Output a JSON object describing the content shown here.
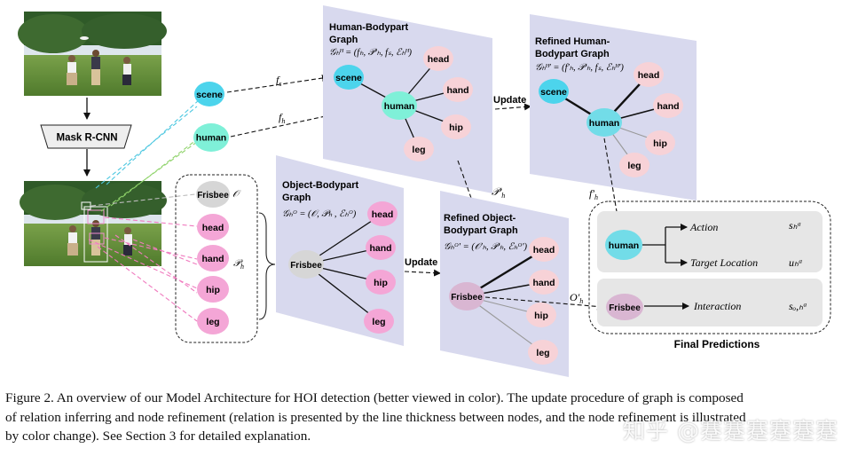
{
  "mask_rcnn": "Mask R-CNN",
  "nodes": {
    "scene": "scene",
    "human": "human",
    "head": "head",
    "hand": "hand",
    "hip": "hip",
    "leg": "leg",
    "frisbee": "Frisbee"
  },
  "edges": {
    "f_s": "f",
    "f_s_sub": "s",
    "f_h": "f",
    "f_h_sub": "h",
    "p_h_prime": "𝒫′",
    "p_h_prime_sub": "h",
    "f_h_prime": "f′",
    "f_h_prime_sub": "h",
    "o_h_prime": "O′",
    "o_h_prime_sub": "h"
  },
  "detection": {
    "O_symbol": "𝒪",
    "P_symbol": "𝒫",
    "P_sub": "h"
  },
  "panels": {
    "human_graph": {
      "title_l1": "Human-Bodypart",
      "title_l2": "Graph",
      "formula": "𝒢ₕᴴ = (fₕ, 𝒫′ₕ, fₛ, ℰₕᴴ)"
    },
    "refined_human_graph": {
      "title_l1": "Refined Human-",
      "title_l2": "Bodypart Graph",
      "formula": "𝒢ₕᴴ′ = (f′ₕ, 𝒫′ₕ, fₛ, ℰₕᴴ′)"
    },
    "object_graph": {
      "title_l1": "Object-Bodypart",
      "title_l2": "Graph",
      "formula": "𝒢ₕᴼ = (𝒪, 𝒫ₕ , ℰₕᴼ)"
    },
    "refined_object_graph": {
      "title_l1": "Refined Object-",
      "title_l2": "Bodypart Graph",
      "formula": "𝒢ₕᴼ′ = (𝒪′ₕ, 𝒫′ₕ, ℰₕᴼ′)"
    }
  },
  "update_label": "Update",
  "predictions": {
    "title": "Final Predictions",
    "action": "Action",
    "target_location": "Target Location",
    "interaction": "Interaction",
    "s_h_a": "sₕᵃ",
    "u_h_a": "uₕᵃ",
    "s_oh_a": "sₒ,ₕᵃ"
  },
  "caption": {
    "line1": "Figure 2.  An overview of our Model Architecture for HOI detection (better viewed in color). The update procedure of graph is composed",
    "line2": "of relation inferring and node refinement (relation is presented by the line thickness between nodes, and the node refinement is illustrated",
    "line3": "by color change). See Section 3 for detailed explanation."
  },
  "watermark": "知乎 @蹇蹇蹇蹇蹇蹇",
  "colors": {
    "panel": "#d8d9ee",
    "scene": "#4cd4ec",
    "human": "#7ff0d8",
    "human_refined": "#72dce8",
    "bodypart": "#f7d2d7",
    "bodypart_det": "#f4a6d6",
    "frisbee": "#d6d6d6",
    "frisbee_refined": "#d9b6d2",
    "grass": "#5e8c35",
    "sky": "#e6eef6"
  }
}
